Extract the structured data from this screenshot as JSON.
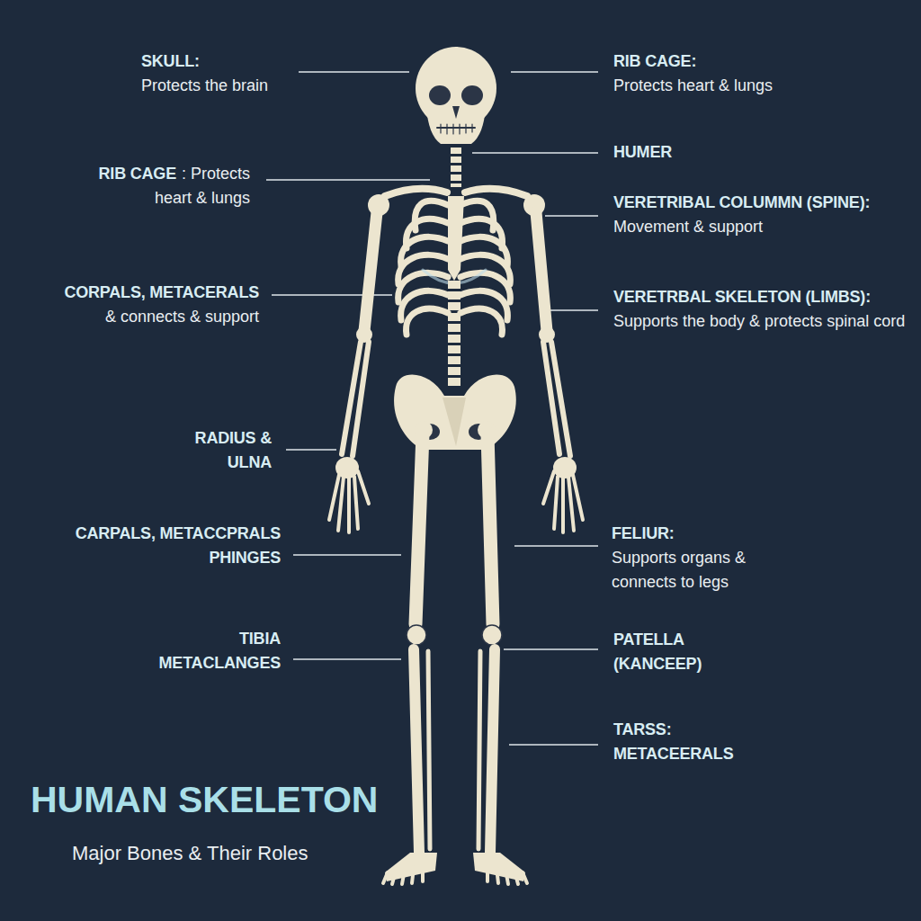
{
  "diagram": {
    "title": "HUMAN SKELETON",
    "caption": "Major Bones & Their Roles",
    "labels": [
      "SKULL:",
      "Protects the brain",
      "RIB CAGE",
      ": Protects heart & lungs",
      "CORPALS, METACERALS",
      "& connects & support",
      "RADIUS & ULNA",
      "CARPALS, METACCPRALS PHINGES",
      "TIBIA METACLANGES",
      "RIB CAGE:",
      "Protects heart & lungs",
      "HUMER",
      "VERETRIBAL COLUMMN (SPINE):",
      "Movement & support",
      "VERETRBAL SKELETON (LIMBS):",
      "Supports the body & protects spinal cord",
      "FELIUR:",
      "Supports organs & connects to legs",
      "PATELLA (KANCEEP)",
      "TARSS: METACEERALS"
    ]
  }
}
